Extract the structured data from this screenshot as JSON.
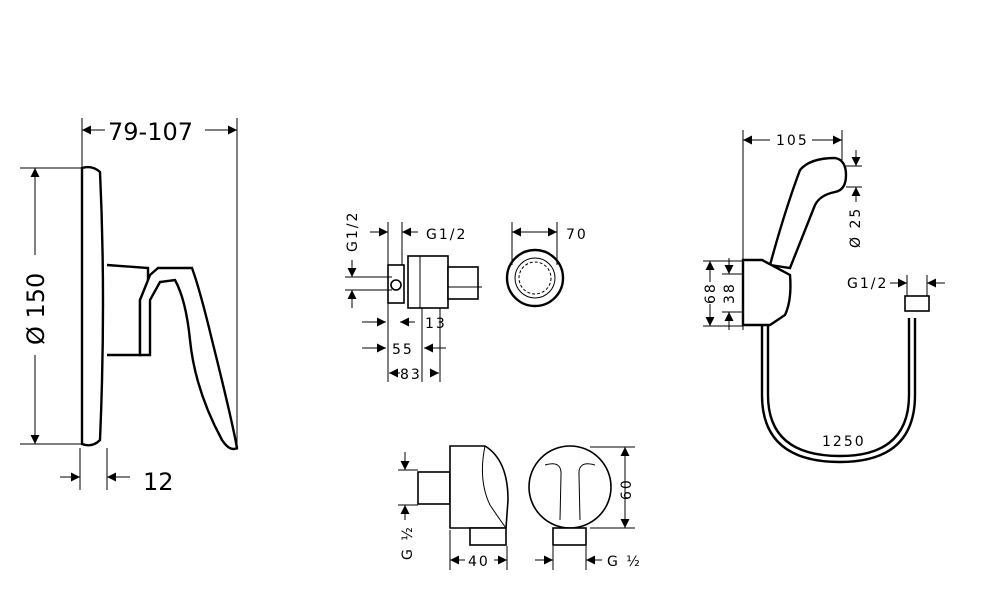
{
  "mixer_side_view": {
    "depth_label": "79-107",
    "diameter_label": "Ø 150",
    "plate_label": "12"
  },
  "valve_body": {
    "inlet_vertical_label": "G1/2",
    "inlet_horizontal_label": "G1/2",
    "dim_13": "13",
    "dim_55": "55",
    "dim_83": "83",
    "round_diameter_label": "70"
  },
  "wall_outlet": {
    "thread_side_label": "G ½",
    "depth_label": "40",
    "height_label": "60",
    "thread_front_label": "G ½"
  },
  "hand_spray": {
    "length_label": "105",
    "head_diameter_label": "Ø 25",
    "holder_height_label": "68",
    "holder_inner_label": "38",
    "connector_label": "G1/2",
    "hose_length_label": "1250"
  },
  "colors": {
    "line": "#000000",
    "background": "#ffffff"
  }
}
